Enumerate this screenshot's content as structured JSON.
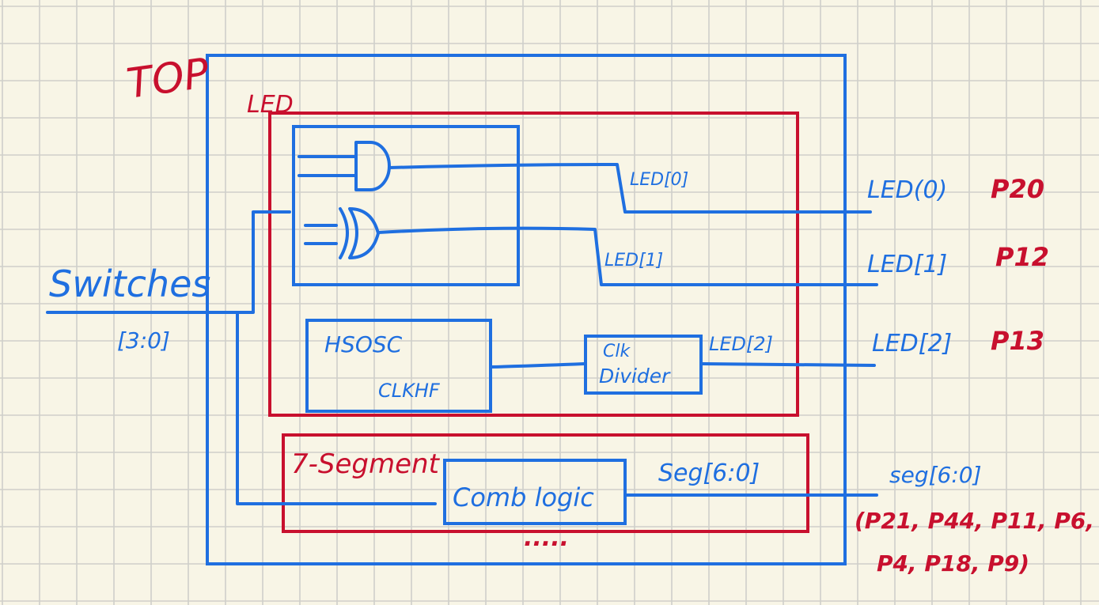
{
  "colors": {
    "paper": "#f8f5e6",
    "grid": "#cfcfca",
    "blue_ink": "#1f6fe0",
    "red_ink": "#c8102e"
  },
  "labels": {
    "top": "TOP",
    "led_module": "LED",
    "seven_segment": "7-Segment",
    "switches": "Switches",
    "switches_width": "[3:0]",
    "hsosc": "HSOSC",
    "clkhf": "CLKHF",
    "clk_divider_line1": "Clk",
    "clk_divider_line2": "Divider",
    "comb_logic": "Comb logic",
    "dots": ".....",
    "led0_inner": "LED[0]",
    "led1_inner": "LED[1]",
    "led2_inner": "LED[2]",
    "seg_inner": "Seg[6:0]",
    "led0_out": "LED(0)",
    "led1_out": "LED[1]",
    "led2_out": "LED[2]",
    "seg_out": "seg[6:0]"
  },
  "pins": {
    "led0": "P20",
    "led1": "P12",
    "led2": "P13",
    "seg_line1": "(P21, P44, P11, P6,",
    "seg_line2": "P4, P18, P9)"
  }
}
